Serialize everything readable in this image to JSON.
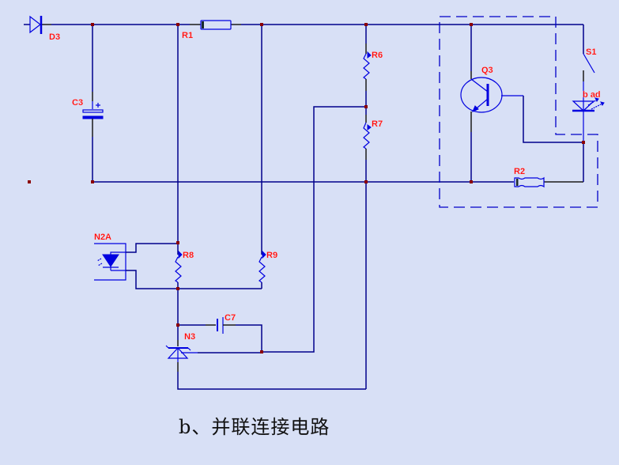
{
  "caption": "b、并联连接电路",
  "components": {
    "D3": "D3",
    "R1": "R1",
    "C3": "C3",
    "R6": "R6",
    "R7": "R7",
    "Q3": "Q3",
    "S1": "S1",
    "LED": "b ad",
    "R2": "R2",
    "N2A": "N2A",
    "R8": "R8",
    "R9": "R9",
    "C7": "C7",
    "N3": "N3"
  },
  "colors": {
    "background": "#d8e0f6",
    "wire": "#00008b",
    "component": "#0000e0",
    "label": "#ff0000",
    "junction": "#8b0000"
  }
}
